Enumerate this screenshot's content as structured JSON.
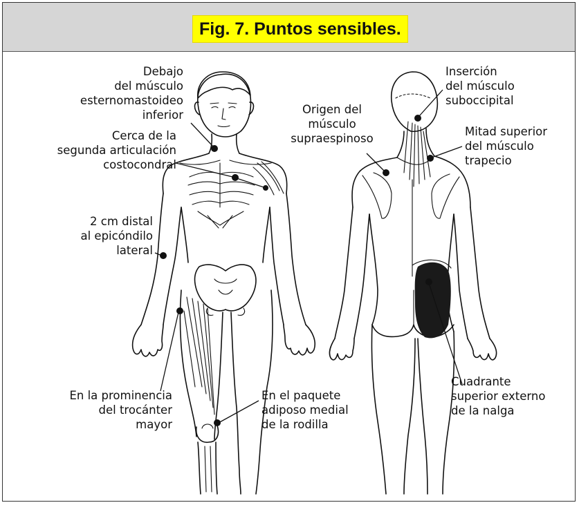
{
  "title": "Fig. 7. Puntos sensibles.",
  "labels": {
    "debajo": "Debajo\ndel músculo\nesternomastoideo\ninferior",
    "cerca": "Cerca de la\nsegunda articulación\ncostocondral",
    "distal": "2 cm distal\nal epicóndilo\nlateral",
    "prominencia": "En la prominencia\ndel trocánter\nmayor",
    "paquete": "En el paquete\nadiposo medial\nde la rodilla",
    "origen": "Origen del\nmúsculo\nsupraespinoso",
    "insercion": "Inserción\ndel músculo\nsuboccipital",
    "mitad": "Mitad superior\ndel músculo\ntrapecio",
    "cuadrante": "Cuadrante\nsuperior externo\nde la nalga"
  },
  "colors": {
    "title_highlight": "#ffff00",
    "header_bg": "#d6d6d6",
    "ink": "#111111"
  }
}
